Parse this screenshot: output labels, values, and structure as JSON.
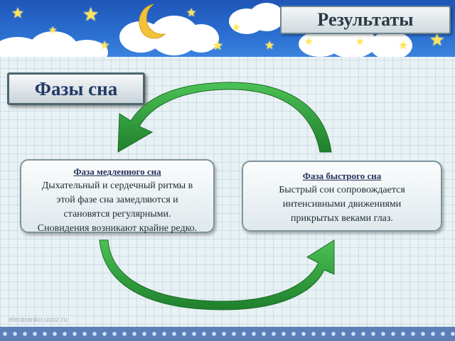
{
  "header": {
    "results_label": "Результаты"
  },
  "section": {
    "title": "Фазы сна"
  },
  "slow_phase": {
    "title": "Фаза медленного сна",
    "lines": [
      "Дыхательный и сердечный ритмы в",
      "этой фазе сна замедляются и",
      "становятся регулярными.",
      "Сновидения возникают крайне редко."
    ]
  },
  "fast_phase": {
    "title": "Фаза быстрого сна",
    "lines": [
      "Быстрый сон  сопровождается",
      "интенсивными движениями",
      "прикрытых веками глаз."
    ]
  },
  "footer": {
    "watermark": "eleraranko.ucoz.ru"
  },
  "colors": {
    "sky": "#2a6fd0",
    "arrow": "#2e9e3a",
    "star": "#ffe45c",
    "moon": "#f2c23a"
  },
  "icons": {
    "moon": "moon-icon",
    "star": "star-icon",
    "cycle_arrow": "curved-arrow-icon"
  }
}
